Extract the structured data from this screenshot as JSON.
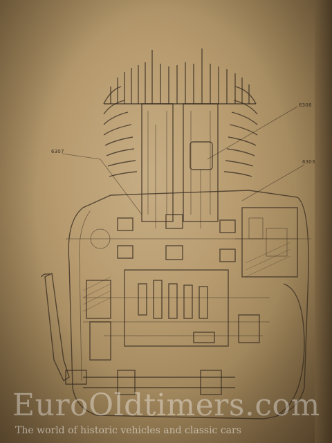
{
  "document": {
    "part_labels": [
      "6308",
      "6307",
      "6303"
    ]
  },
  "watermark": {
    "brand": "EuroOldtimers.com",
    "tagline": "The world of historic vehicles and classic cars"
  }
}
